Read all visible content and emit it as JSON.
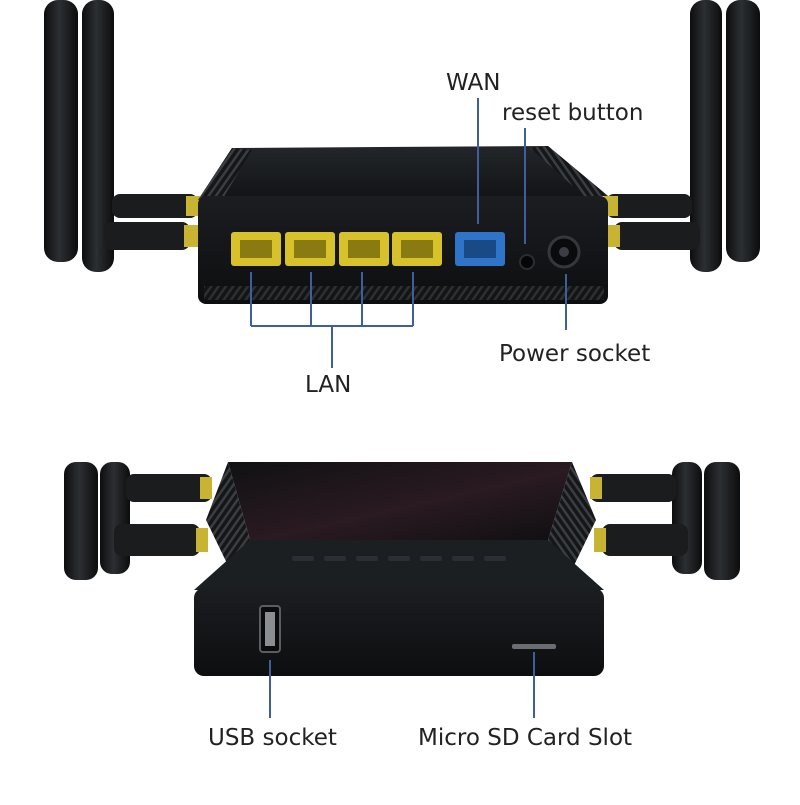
{
  "labels": {
    "wan": "WAN",
    "reset": "reset button",
    "power": "Power socket",
    "lan": "LAN",
    "usb": "USB socket",
    "sd": "Micro SD Card Slot"
  },
  "colors": {
    "callout": "#3f5f9c",
    "lan_port": "#d8c22b",
    "wan_port": "#2f74c8",
    "body": "#17191b"
  }
}
